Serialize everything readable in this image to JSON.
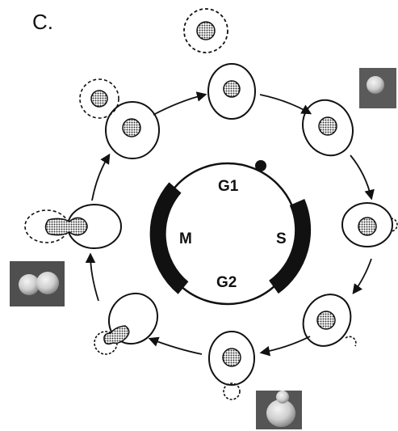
{
  "panel_label": "C.",
  "phases": {
    "g1": "G1",
    "s": "S",
    "g2": "G2",
    "m": "M"
  },
  "colors": {
    "ink": "#111111",
    "nucleus_fill": "#7a7a7a",
    "micrograph_bg": "#5a5a5a",
    "micrograph_cell": "#d8d8d8"
  },
  "icons": {
    "cycle_arrow": "arrow-head-icon",
    "start_marker": "start-dot-icon"
  }
}
